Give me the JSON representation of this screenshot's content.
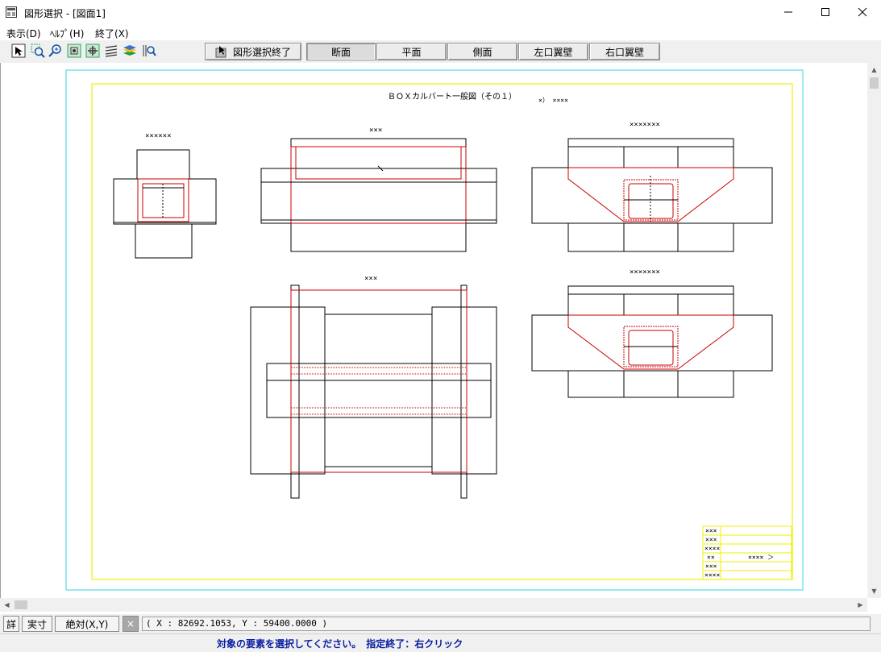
{
  "window": {
    "title": "図形選択 - [図面1]",
    "minimize": "─",
    "maximize": "☐",
    "close": "✕"
  },
  "menu": [
    "表示(D)",
    "ﾍﾙﾌﾟ(H)",
    "終了(X)"
  ],
  "toolbar": {
    "icons": [
      "select-icon",
      "zoom-window-icon",
      "zoom-in-icon",
      "zoom-out-icon",
      "pan-icon",
      "layer-lines-icon",
      "layers-icon",
      "search-icon"
    ],
    "finish_button": "図形選択終了",
    "view_tabs": [
      {
        "label": "断面",
        "active": true
      },
      {
        "label": "平面",
        "active": false
      },
      {
        "label": "側面",
        "active": false
      },
      {
        "label": "左口翼壁",
        "active": false
      },
      {
        "label": "右口翼壁",
        "active": false
      }
    ]
  },
  "drawing": {
    "title": "ＢＯＸカルバート一般図（その１）",
    "title_suffix": "×）  ××××",
    "view_labels": [
      "××××××",
      "×××",
      "×××××××",
      "×××",
      "×××××××"
    ],
    "title_block": [
      "×××",
      "×××",
      "××××",
      "××",
      "×××",
      "××××"
    ],
    "title_block_value": "××××  ＞",
    "colors": {
      "frame_outer": "#33d6e6",
      "frame_inner": "#f0f000",
      "structure": "#cc0000",
      "lines": "#000000"
    }
  },
  "status": {
    "detail_button": "詳",
    "actual_size_button": "実寸",
    "absolute_button": "絶対(X,Y)",
    "clear_button": "×",
    "coordinates": "( X : 82692.1053, Y : 59400.0000 )"
  },
  "message": "対象の要素を選択してください。　指定終了：右クリック"
}
